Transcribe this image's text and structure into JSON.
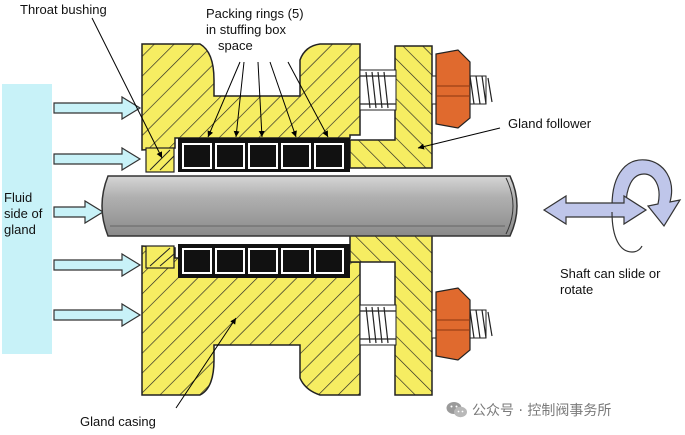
{
  "labels": {
    "throat_bushing": "Throat bushing",
    "packing_line1": "Packing rings (5)",
    "packing_line2": "in stuffing box",
    "packing_line3": "space",
    "gland_follower": "Gland follower",
    "fluid_line1": "Fluid",
    "fluid_line2": "side of",
    "fluid_line3": "gland",
    "shaft_line1": "Shaft can slide or",
    "shaft_line2": "rotate",
    "gland_casing": "Gland casing"
  },
  "watermark": {
    "text": "公众号 · 控制阀事务所",
    "icon": "wechat-icon"
  },
  "colors": {
    "casing": "#f6ed62",
    "fluid": "#c8f2f8",
    "shaft": "#a8a8a8",
    "arrow": "#bfc6ea",
    "bolt": "#e06a2e",
    "packing": "#111111"
  }
}
